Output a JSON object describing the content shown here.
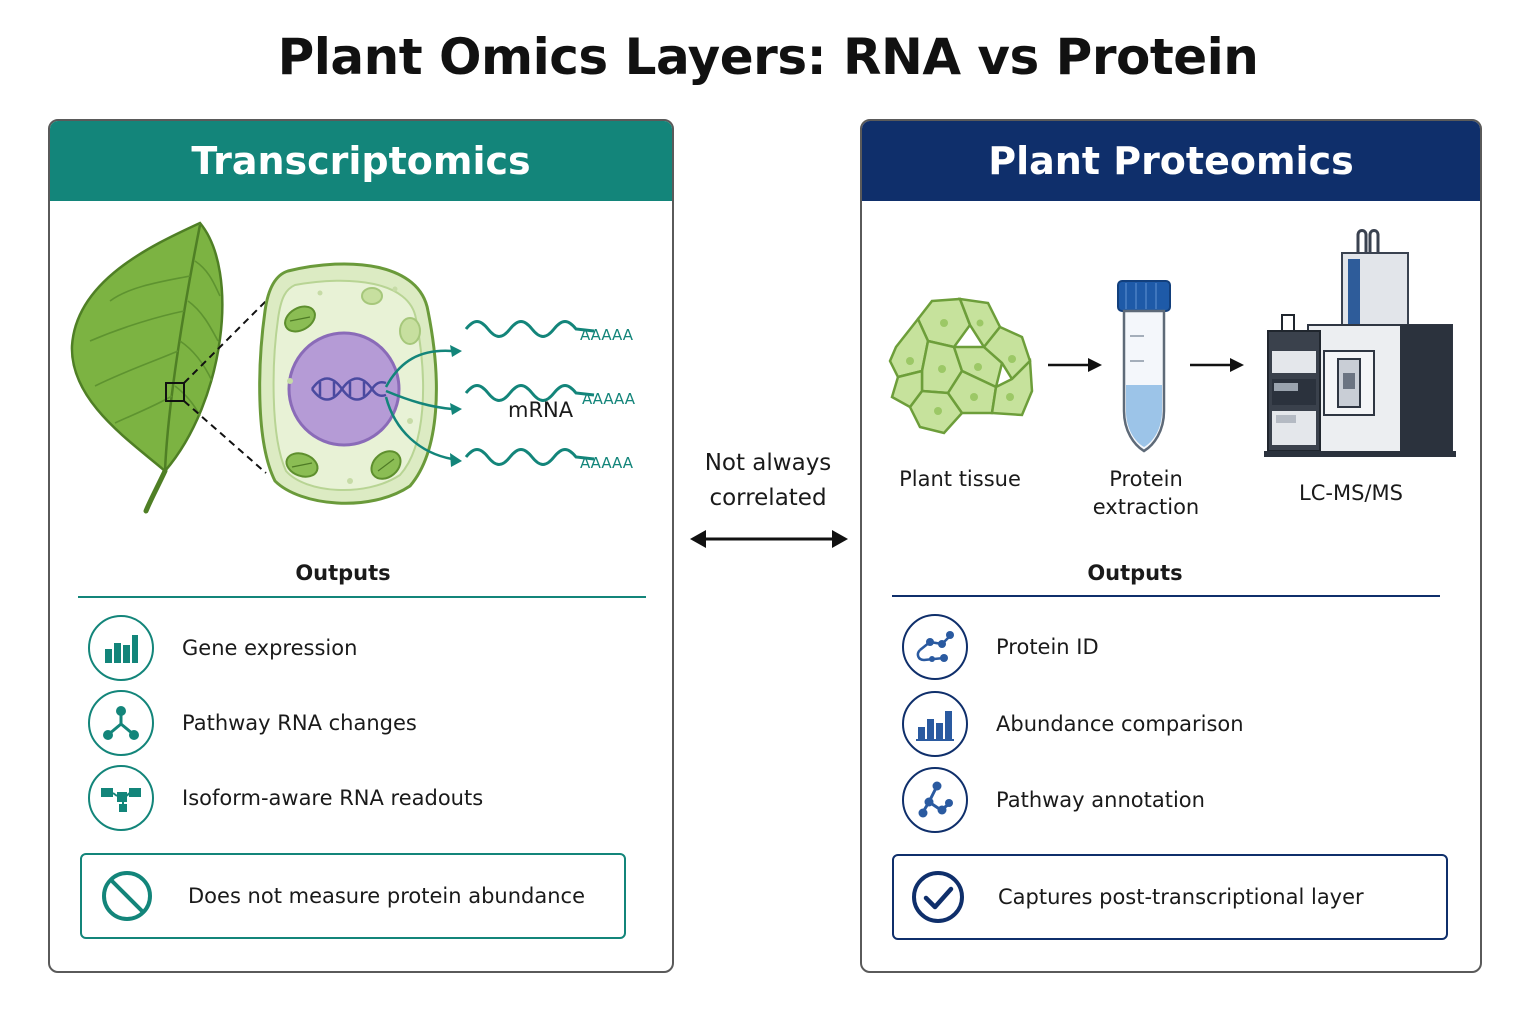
{
  "title": "Plant Omics Layers: RNA vs Protein",
  "colors": {
    "transcriptomics_teal": "#13857a",
    "proteomics_navy": "#0f2f6b",
    "leaf_green": "#7cb342",
    "nucleus_purple": "#b59bd6"
  },
  "center": {
    "note_line1": "Not always",
    "note_line2": "correlated",
    "arrow_icon": "double-headed-arrow"
  },
  "left": {
    "header": "Transcriptomics",
    "mrna_label": "mRNA",
    "polya_tails": [
      "AAAAA",
      "AAAAA",
      "AAAAA"
    ],
    "outputs_heading": "Outputs",
    "outputs": [
      {
        "icon": "bar-chart-icon",
        "label": "Gene expression"
      },
      {
        "icon": "network-nodes-icon",
        "label": "Pathway RNA changes"
      },
      {
        "icon": "isoform-blocks-icon",
        "label": "Isoform-aware RNA readouts"
      }
    ],
    "limitation": {
      "icon": "prohibited-icon",
      "text": "Does not measure protein abundance"
    }
  },
  "right": {
    "header": "Plant Proteomics",
    "workflow": [
      {
        "icon": "plant-cells-icon",
        "label_line1": "Plant tissue",
        "label_line2": ""
      },
      {
        "icon": "test-tube-icon",
        "label_line1": "Protein",
        "label_line2": "extraction"
      },
      {
        "icon": "mass-spectrometer-icon",
        "label_line1": "LC-MS/MS",
        "label_line2": ""
      }
    ],
    "outputs_heading": "Outputs",
    "outputs": [
      {
        "icon": "peptide-chain-icon",
        "label": "Protein ID"
      },
      {
        "icon": "bar-chart-icon",
        "label": "Abundance comparison"
      },
      {
        "icon": "pathway-nodes-icon",
        "label": "Pathway annotation"
      }
    ],
    "strength": {
      "icon": "check-circle-icon",
      "text": "Captures post-transcriptional layer"
    }
  }
}
